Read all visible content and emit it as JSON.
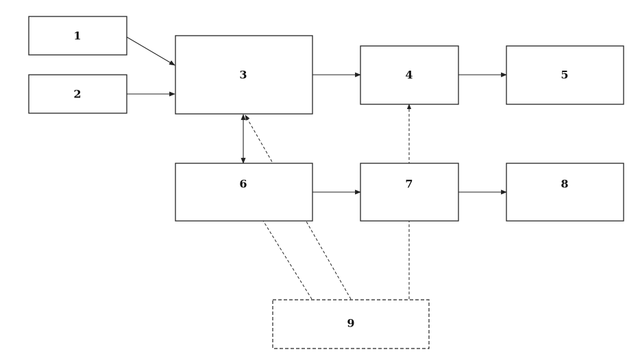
{
  "nodes": [
    {
      "id": "n1",
      "label": "1",
      "style": "solid"
    },
    {
      "id": "n2",
      "label": "2",
      "style": "solid"
    },
    {
      "id": "n3",
      "label": "3",
      "style": "solid"
    },
    {
      "id": "n4",
      "label": "4",
      "style": "solid"
    },
    {
      "id": "n5",
      "label": "5",
      "style": "solid"
    },
    {
      "id": "n6",
      "label": "6",
      "style": "solid"
    },
    {
      "id": "n7",
      "label": "7",
      "style": "solid"
    },
    {
      "id": "n8",
      "label": "8",
      "style": "solid"
    },
    {
      "id": "n9",
      "label": "9",
      "style": "dashed"
    }
  ],
  "edges": [
    {
      "from": "n1",
      "to": "n3",
      "style": "solid"
    },
    {
      "from": "n2",
      "to": "n3",
      "style": "solid"
    },
    {
      "from": "n3",
      "to": "n4",
      "style": "solid"
    },
    {
      "from": "n4",
      "to": "n5",
      "style": "solid"
    },
    {
      "from": "n3",
      "to": "n6",
      "style": "solid",
      "bidirectional": true
    },
    {
      "from": "n6",
      "to": "n7",
      "style": "solid"
    },
    {
      "from": "n7",
      "to": "n8",
      "style": "solid"
    },
    {
      "from": "n9",
      "to": "n6",
      "style": "dashed"
    },
    {
      "from": "n9",
      "to": "n3",
      "style": "dashed"
    },
    {
      "from": "n9",
      "to": "n4",
      "style": "dashed"
    }
  ],
  "colors": {
    "stroke": "#222222",
    "background": "#ffffff"
  }
}
